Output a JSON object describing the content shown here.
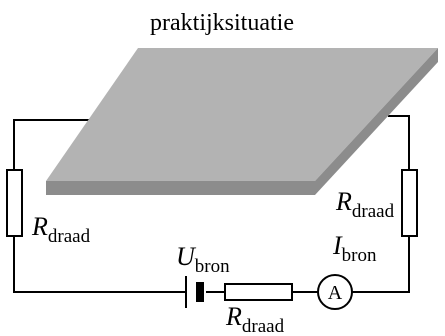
{
  "title": "praktijksituatie",
  "labels": {
    "r_left": {
      "symbol": "R",
      "sub": "draad"
    },
    "r_right": {
      "symbol": "R",
      "sub": "draad"
    },
    "r_bottom": {
      "symbol": "R",
      "sub": "draad"
    },
    "u_source": {
      "symbol": "U",
      "sub": "bron"
    },
    "i_source": {
      "symbol": "I",
      "sub": "bron"
    },
    "ammeter": "A"
  },
  "colors": {
    "plate_top": "#b3b3b3",
    "plate_side": "#8c8c8c",
    "wire": "#000000"
  }
}
